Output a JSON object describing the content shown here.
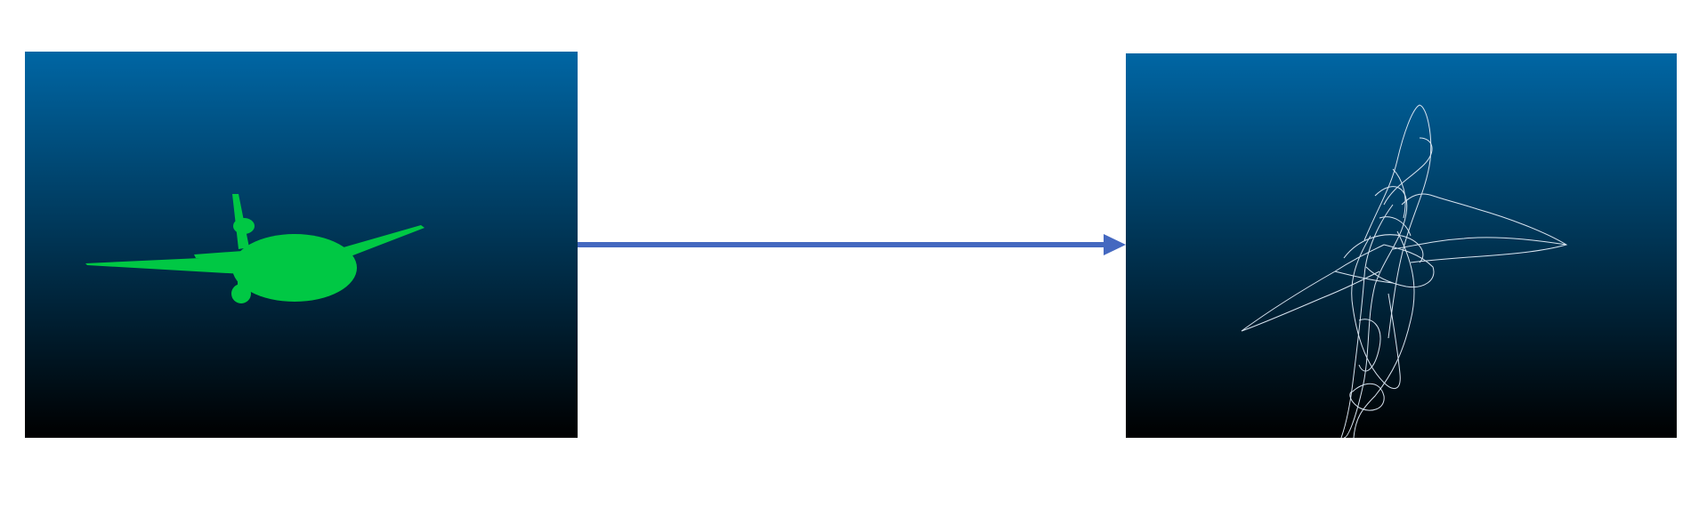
{
  "diagram": {
    "panels": [
      {
        "id": "source",
        "content": "airplane-silhouette",
        "fill_color": "#00c844"
      },
      {
        "id": "result",
        "content": "curve-network-airplane",
        "stroke_color": "#d8e4f0"
      }
    ],
    "background_gradient": {
      "top": "#0066a4",
      "bottom": "#000000"
    },
    "arrow": {
      "color": "#4468c0",
      "direction": "left-to-right"
    }
  }
}
